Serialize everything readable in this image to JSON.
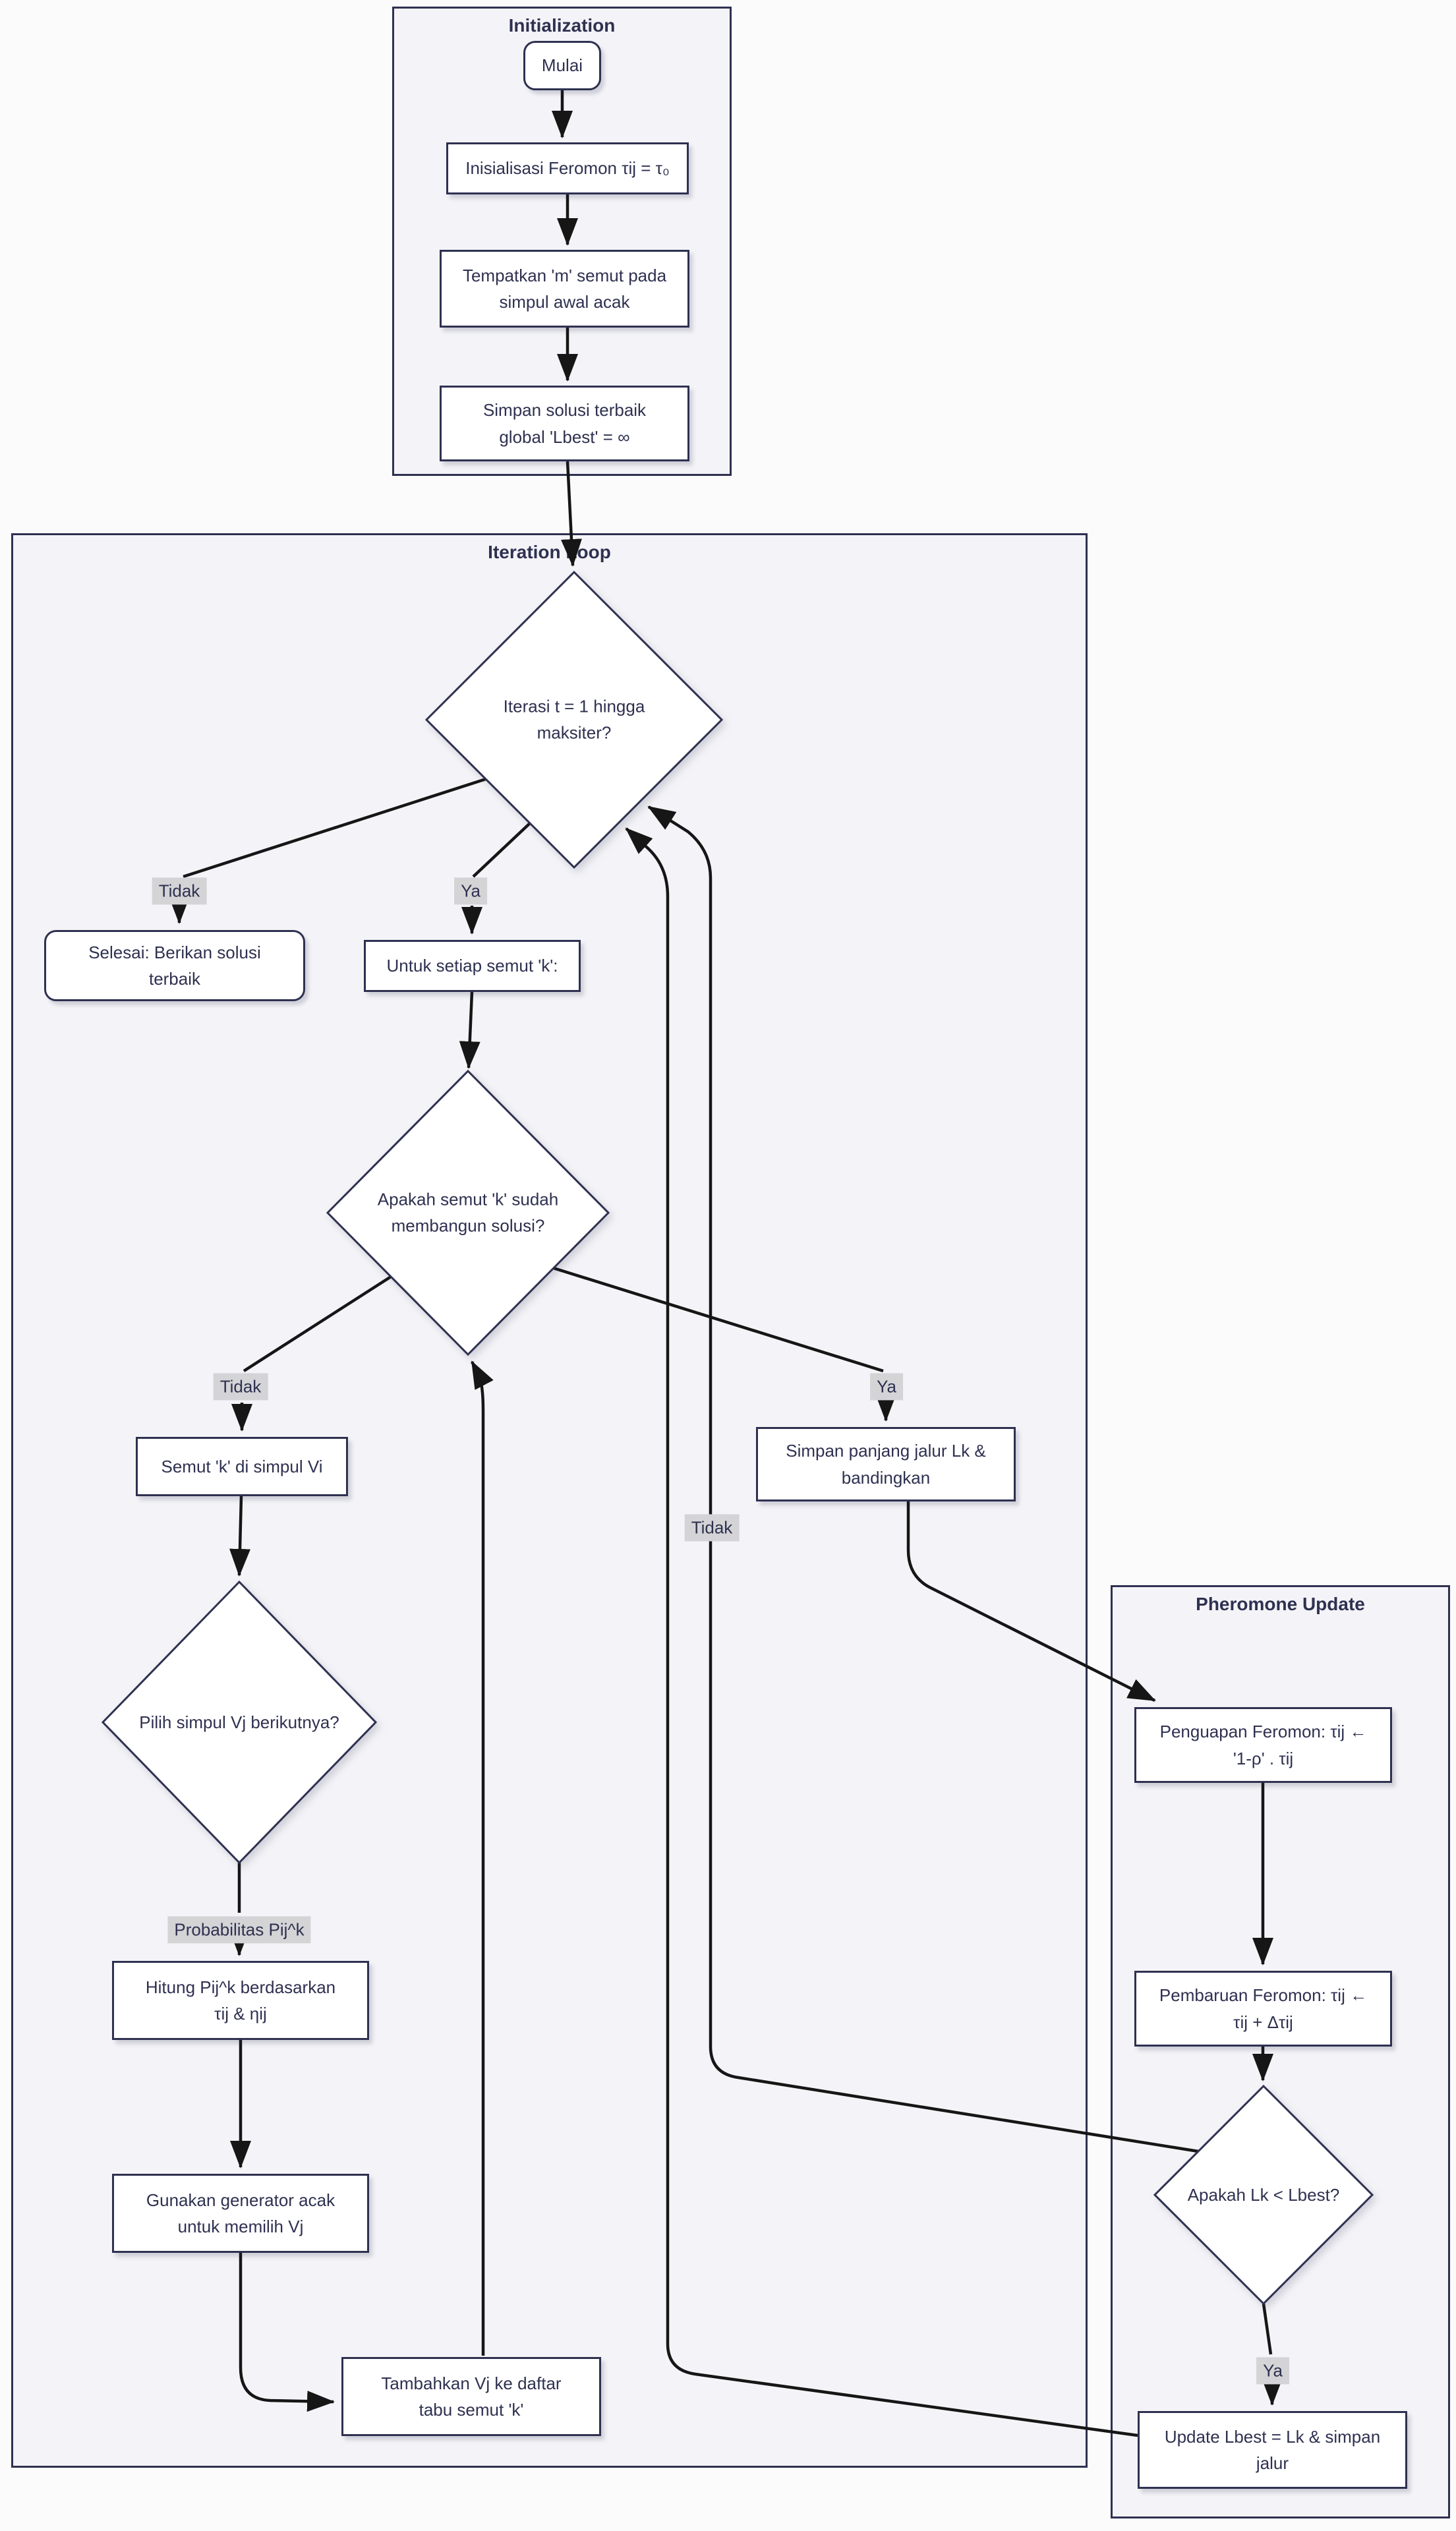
{
  "diagram": {
    "subgraphs": {
      "initialization": {
        "title": "Initialization"
      },
      "iteration_loop": {
        "title": "Iteration Loop"
      },
      "pheromone_update": {
        "title": "Pheromone Update"
      }
    },
    "nodes": {
      "mulai": "Mulai",
      "inisialisasi_feromon": "Inisialisasi Feromon τij = τ₀",
      "tempatkan_semut": "Tempatkan 'm' semut pada\nsimpul awal acak",
      "simpan_solusi": "Simpan solusi terbaik\nglobal 'Lbest' = ∞",
      "iterasi": "Iterasi t = 1 hingga\nmaksiter?",
      "selesai": "Selesai: Berikan solusi\nterbaik",
      "untuk_setiap_semut": "Untuk setiap semut 'k':",
      "apakah_membangun": "Apakah semut 'k' sudah\nmembangun solusi?",
      "semut_di_simpul": "Semut 'k' di simpul Vi",
      "simpan_panjang": "Simpan panjang jalur Lk &\nbandingkan",
      "pilih_simpul": "Pilih simpul Vj berikutnya?",
      "hitung_pij": "Hitung Pij^k berdasarkan\nτij & ηij",
      "gunakan_generator": "Gunakan generator acak\nuntuk memilih Vj",
      "tambahkan_vj": "Tambahkan Vj ke daftar\ntabu semut 'k'",
      "penguapan_feromon": "Penguapan Feromon: τij ←\n'1-ρ' . τij",
      "pembaruan_feromon": "Pembaruan Feromon: τij ←\nτij + Δτij",
      "apakah_lk_lbest": "Apakah Lk < Lbest?",
      "update_lbest": "Update Lbest = Lk & simpan\njalur"
    },
    "edge_labels": {
      "iterasi_tidak": "Tidak",
      "iterasi_ya": "Ya",
      "membangun_tidak": "Tidak",
      "membangun_ya": "Ya",
      "lbest_tidak": "Tidak",
      "probabilitas": "Probabilitas Pij^k",
      "lbest_ya": "Ya"
    },
    "colors": {
      "node_border": "#2e3150",
      "node_fill": "#ffffff",
      "subgraph_fill": "#f4f4f8",
      "edge": "#161616",
      "edge_label_bg": "#d4d4d6",
      "text": "#2e3150",
      "page_bg": "#fbfbfc"
    }
  }
}
